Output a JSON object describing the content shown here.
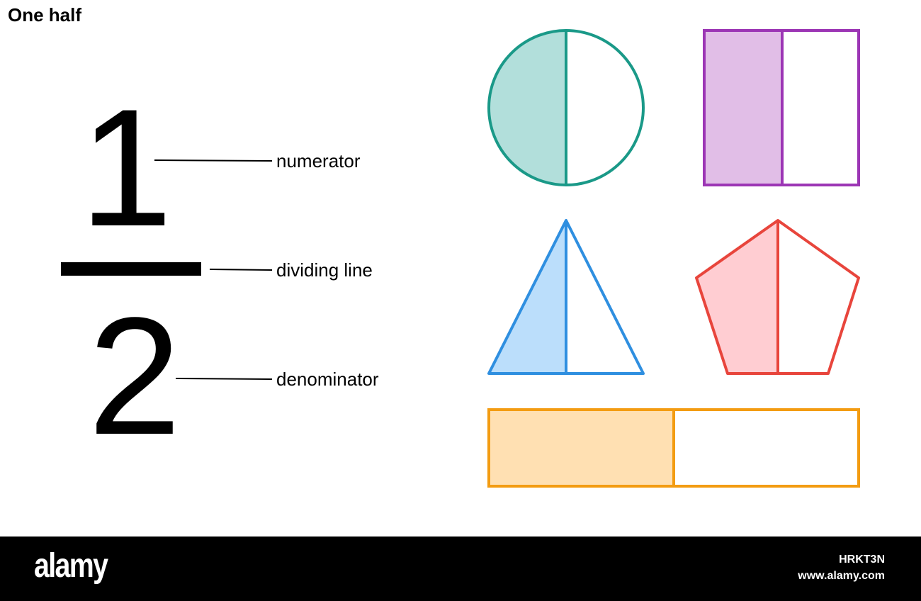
{
  "title": "One half",
  "fraction": {
    "numerator": "1",
    "denominator": "2",
    "labels": {
      "numerator": "numerator",
      "dividing_line": "dividing line",
      "denominator": "denominator"
    }
  },
  "shapes": [
    {
      "name": "circle",
      "shaded_fraction": 0.5,
      "stroke": "#1a9988",
      "fill": "#b2dfdb"
    },
    {
      "name": "square",
      "shaded_fraction": 0.5,
      "stroke": "#9c36b5",
      "fill": "#e1bee7"
    },
    {
      "name": "triangle",
      "shaded_fraction": 0.5,
      "stroke": "#2f8fe0",
      "fill": "#bbdefb"
    },
    {
      "name": "pentagon",
      "shaded_fraction": 0.5,
      "stroke": "#e8453c",
      "fill": "#ffcdd2"
    },
    {
      "name": "bar",
      "shaded_fraction": 0.5,
      "stroke": "#f39c12",
      "fill": "#ffe0b2"
    }
  ],
  "footer": {
    "logo": "alamy",
    "image_id": "HRKT3N",
    "url": "www.alamy.com"
  }
}
